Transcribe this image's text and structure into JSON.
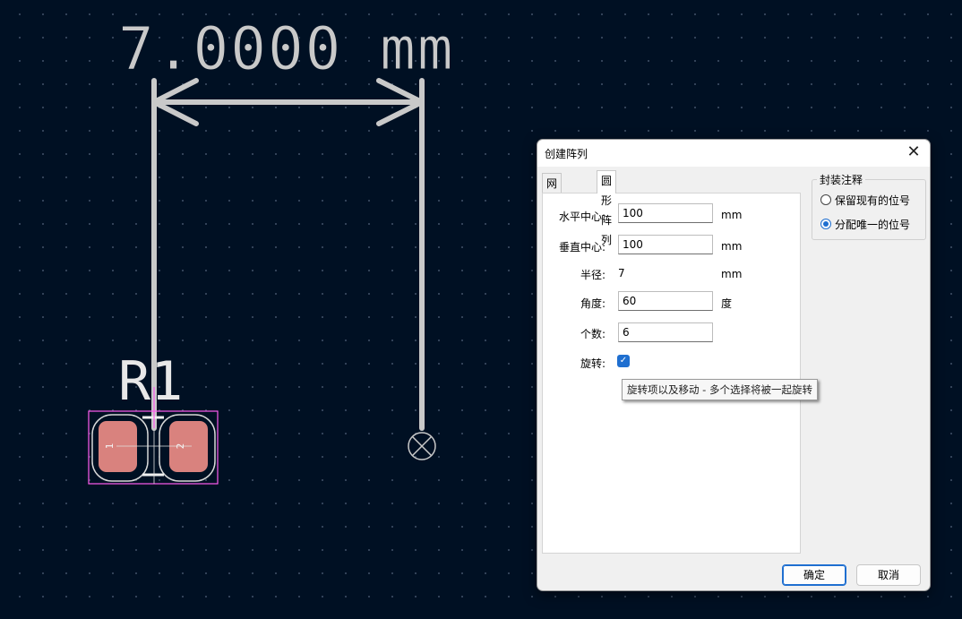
{
  "canvas": {
    "dimension_text": "7.0000 mm",
    "reference": "R1",
    "pad1_number": "1",
    "pad2_number": "2"
  },
  "dialog": {
    "title": "创建阵列",
    "close_glyph": "✕",
    "tabs": [
      {
        "label": "网格阵列",
        "active": false
      },
      {
        "label": "圆形阵列",
        "active": true
      }
    ],
    "fields": {
      "h_center": {
        "label": "水平中心:",
        "value": "100",
        "unit": "mm"
      },
      "v_center": {
        "label": "垂直中心:",
        "value": "100",
        "unit": "mm"
      },
      "radius": {
        "label": "半径:",
        "value": "7",
        "unit": "mm"
      },
      "angle": {
        "label": "角度:",
        "value": "60",
        "unit": "度"
      },
      "count": {
        "label": "个数:",
        "value": "6"
      },
      "rotate": {
        "label": "旋转:",
        "checked": true
      }
    },
    "tooltip": "旋转项以及移动 - 多个选择将被一起旋转",
    "annotation_group": {
      "title": "封装注释",
      "options": [
        {
          "label": "保留现有的位号",
          "selected": false
        },
        {
          "label": "分配唯一的位号",
          "selected": true
        }
      ]
    },
    "ok_label": "确定",
    "cancel_label": "取消"
  },
  "colors": {
    "background": "#001023",
    "grid_dot": "#3a4a60",
    "dimension": "#c9c9c9",
    "pad": "#d9827e",
    "courtyard": "#ff5cf0",
    "accent": "#1f6fd0"
  }
}
